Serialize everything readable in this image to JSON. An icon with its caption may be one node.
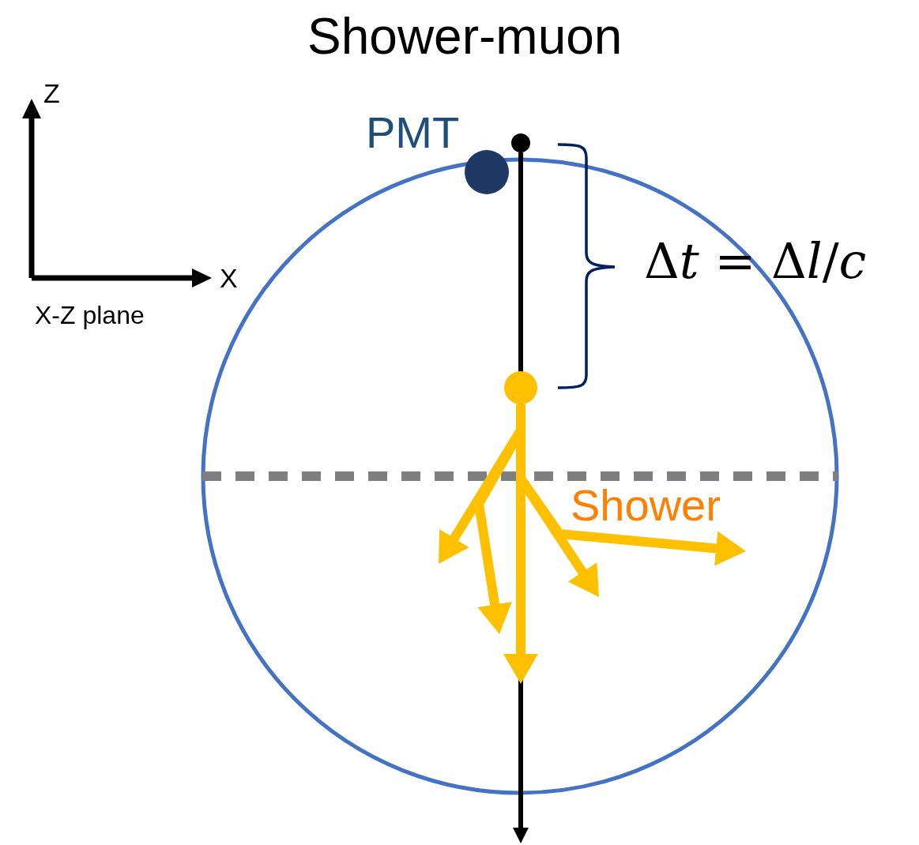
{
  "diagram": {
    "title": "Shower-muon",
    "nodes": [
      {
        "text": [
          "PMT"
        ]
      },
      {
        "text": [],
        "shape": "circle"
      },
      {
        "text": [],
        "shape": "circle"
      }
    ],
    "edges": [
      {
        "from": 1,
        "to": null,
        "arrow": "to",
        "color": "#000000"
      },
      {
        "from": 2,
        "to": null,
        "arrow": "to",
        "color": "#ffc000"
      },
      {
        "from": 2,
        "to": null,
        "arrow": "to",
        "color": "#ffc000"
      },
      {
        "from": 2,
        "to": null,
        "arrow": "to",
        "color": "#ffc000"
      },
      {
        "from": 2,
        "to": null,
        "arrow": "to",
        "color": "#ffc000"
      },
      {
        "from": 2,
        "to": null,
        "arrow": "to",
        "color": "#ffc000"
      }
    ],
    "labels": [
      "Z",
      "X",
      "X-Z plane",
      "Δ𝑡 = Δ𝑙/𝑐",
      "Shower"
    ]
  }
}
